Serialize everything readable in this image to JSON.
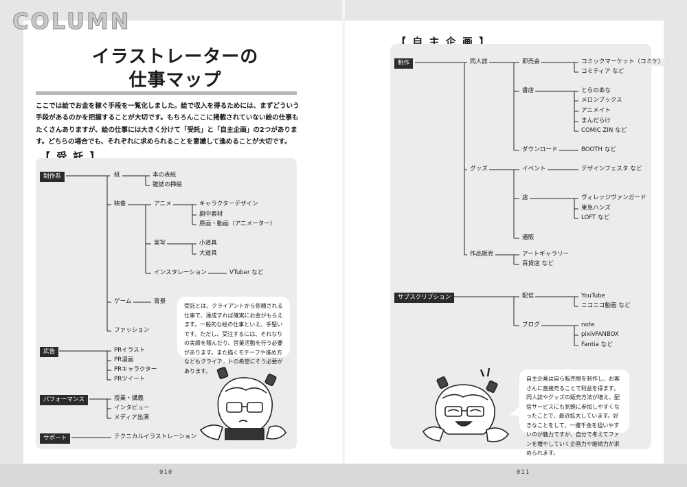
{
  "header": {
    "column_label": "COLUMN"
  },
  "title": {
    "line1": "イラストレーターの",
    "line2": "仕事マップ"
  },
  "intro": "ここでは絵でお金を稼ぐ手段を一覧化しました。絵で収入を得るためには、まずどういう手段があるのかを把握することが大切です。もちろんここに掲載されていない絵の仕事もたくさんありますが、絵の仕事には大きく分けて「受託」と「自主企画」の2つがあります。どちらの場合でも、それぞれに求められることを意識して進めることが大切です。",
  "left": {
    "section_title": "【 受 託 】",
    "categories": [
      "制作系",
      "広告",
      "パフォーマンス",
      "サポート"
    ],
    "production": {
      "paper": "紙",
      "paper_items": [
        "本の表紙",
        "雑誌の挿絵"
      ],
      "video": "映像",
      "anime": "アニメ",
      "anime_items": [
        "キャラクターデザイン",
        "劇中素材",
        "原画・動画（アニメーター）"
      ],
      "live": "実写",
      "live_items": [
        "小道具",
        "大道具"
      ],
      "installation": "インスタレーション",
      "installation_item": "VTuber など",
      "game": "ゲーム",
      "game_item": "背景",
      "fashion": "ファッション"
    },
    "ad_items": [
      "PRイラスト",
      "PR漫画",
      "PRキャラクター",
      "PRツイート"
    ],
    "performance_items": [
      "授業・講義",
      "インタビュー",
      "メディア出演"
    ],
    "support_item": "テクニカルイラストレーション",
    "bubble": "受託とは、クライアントから依頼される仕事で、達成すれば確実にお金がもらえます。一般的な絵の仕事といえ、手堅いです。ただし、受注するには、それなりの実績を積んだり、営業活動を行う必要があります。また描くモチーフや進め方などもクライアントの希望にそう必要があります。"
  },
  "right": {
    "section_title": "【 自 主 企 画 】",
    "categories": [
      "制作",
      "サブスクリプション"
    ],
    "doujinshi": "同人誌",
    "sokubai": "即売会",
    "sokubai_items": [
      "コミックマーケット（コミケ）",
      "コミティア など"
    ],
    "shoten": "書店",
    "shoten_items": [
      "とらのあな",
      "メロンブックス",
      "アニメイト",
      "まんだらけ",
      "COMIC ZIN など"
    ],
    "download": "ダウンロード",
    "download_item": "BOOTH など",
    "goods": "グッズ",
    "event": "イベント",
    "event_item": "デザインフェスタ など",
    "store": "店",
    "store_items": [
      "ヴィレッジヴァンガード",
      "東急ハンズ",
      "LOFT など"
    ],
    "mailorder": "通販",
    "works": "作品販売",
    "works_items": [
      "アートギャラリー",
      "百貨店 など"
    ],
    "streaming": "配信",
    "streaming_items": [
      "YouTube",
      "ニコニコ動画 など"
    ],
    "blog": "ブログ",
    "blog_items": [
      "note",
      "pixivFANBOX",
      "Fantia など"
    ],
    "bubble": "自主企画は自ら販売物を制作し、お客さんに直接売ることで利益を得ます。同人誌やグッズの販売方法が増え、配信サービスにも気軽に参加しやすくなったことで、最近拡大しています。好きなことをして、一攫千金を狙いやすいのが魅力ですが、自分で考えてファンを増やしていく企画力や継続力が求められます。"
  },
  "footer": {
    "page_left": "010",
    "page_right": "011"
  }
}
